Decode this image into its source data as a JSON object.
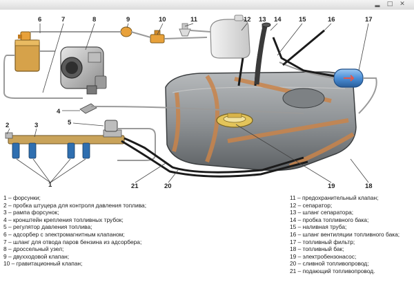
{
  "window": {
    "controls": [
      "minimize-icon",
      "maximize-icon",
      "close-icon"
    ]
  },
  "callouts": [
    "1",
    "2",
    "3",
    "4",
    "5",
    "6",
    "7",
    "8",
    "9",
    "10",
    "11",
    "12",
    "13",
    "14",
    "15",
    "16",
    "17",
    "18",
    "19",
    "20",
    "21"
  ],
  "legend": {
    "left": [
      "1 – форсунки;",
      "2 – пробка штуцера для контроля давления топлива;",
      "3 – рампа форсунок;",
      "4 – кронштейн крепления топливных трубок;",
      "5 – регулятор давления топлива;",
      "6 – адсорбер с электромагнитным клапаном;",
      "7 – шланг для отвода паров бензина из адсорбера;",
      "8 – дроссельный узел;",
      "9 – двухходовой клапан;",
      "10 – гравитационный клапан;"
    ],
    "right": [
      "11 – предохранительный клапан;",
      "12 – сепаратор;",
      "13 – шланг сепаратора;",
      "14 – пробка топливного бака;",
      "15 – наливная труба;",
      "16 – шланг вентиляции топливного бака;",
      "17 – топливный фильтр;",
      "18 – топливный бак;",
      "19 – электробензонасос;",
      "20 – сливной топливопровод;",
      "21 – подающий топливопровод."
    ]
  },
  "colors": {
    "tank": "#8f9396",
    "tank_band": "#c9844a",
    "hose": "#1b1b1b",
    "tube": "#9a9a9a",
    "adsorber": "#d6a24a",
    "filter": "#4a8fd8",
    "valve": "#e8a13a",
    "rail": "#c9a35a",
    "injector": "#2f6fb0"
  }
}
